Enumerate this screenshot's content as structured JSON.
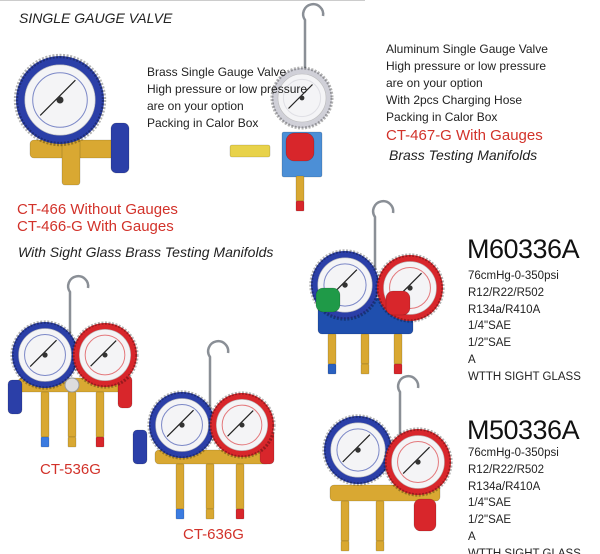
{
  "single_gauge": {
    "section_title": "SINGLE GAUGE VALVE",
    "brass": {
      "description": [
        "Brass Single Gauge Valve",
        "High pressure or low pressure",
        "are on your option",
        "Packing in Calor Box"
      ],
      "models": [
        "CT-466 Without Gauges",
        "CT-466-G With Gauges"
      ]
    },
    "aluminum": {
      "description": [
        "Aluminum Single Gauge Valve",
        "High pressure or low pressure",
        "are on your option",
        "With 2pcs Charging Hose",
        "Packing in Calor Box"
      ],
      "model": "CT-467-G With Gauges",
      "next_section": "Brass Testing Manifolds"
    }
  },
  "sight_glass": {
    "section_title": "With Sight Glass Brass Testing Manifolds",
    "products": [
      {
        "model": "CT-536G"
      },
      {
        "model": "CT-636G"
      }
    ]
  },
  "manifolds": [
    {
      "model": "M60336A",
      "specs": [
        "76cmHg-0-350psi",
        "R12/R22/R502",
        "R134a/R410A",
        "1/4\"SAE",
        "1/2\"SAE",
        "A",
        "WTTH SIGHT GLASS"
      ]
    },
    {
      "model": "M50336A",
      "specs": [
        "76cmHg-0-350psi",
        "R12/R22/R502",
        "R134a/R410A",
        "1/4\"SAE",
        "1/2\"SAE",
        "A",
        "WTTH SIGHT GLASS"
      ]
    }
  ],
  "colors": {
    "label_red": "#d2322a",
    "gauge_blue": "#2b3fa8",
    "gauge_red": "#d8262b",
    "brass": "#d9a832",
    "knob_green": "#1f9a48"
  }
}
